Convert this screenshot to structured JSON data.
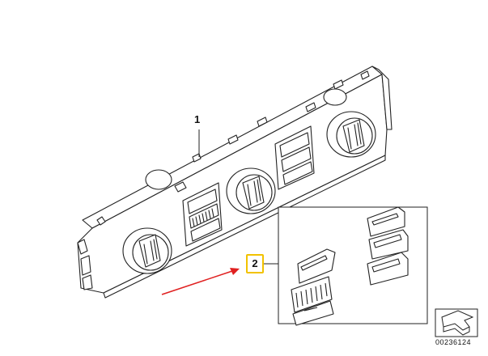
{
  "callouts": {
    "part_1": "1",
    "part_2": "2"
  },
  "highlight_color": "#f2c200",
  "arrow_color": "#e02020",
  "doc_number": "00236124",
  "icons": [
    "red-pointer-arrow-icon",
    "view-direction-icon"
  ]
}
